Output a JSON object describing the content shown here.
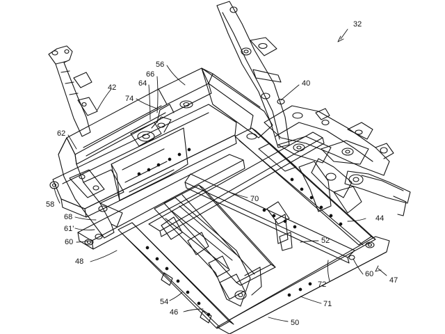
{
  "figure": {
    "labels": {
      "l32": "32",
      "l40": "40",
      "l42": "42",
      "l74": "74",
      "l56": "56",
      "l66": "66",
      "l64": "64",
      "l62": "62",
      "l58": "58",
      "l68": "68",
      "l61": "61'",
      "l60a": "60",
      "l48": "48",
      "l70": "70",
      "l44": "44",
      "l52": "52",
      "l60b": "60",
      "l47": "47",
      "l72": "72",
      "l71": "71",
      "l54": "54",
      "l46": "46",
      "l50": "50"
    }
  }
}
